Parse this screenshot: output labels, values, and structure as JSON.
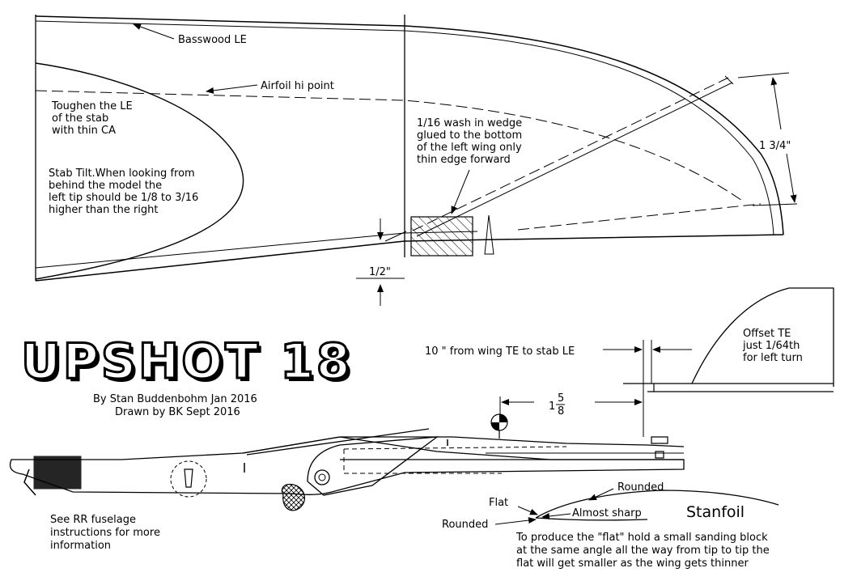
{
  "title": "UPSHOT 18",
  "credits": {
    "author": "By Stan Buddenbohm Jan 2016",
    "drawn": "Drawn by BK Sept 2016"
  },
  "wing_plan": {
    "basswood_le": "Basswood LE",
    "airfoil_hi_point": "Airfoil hi point",
    "toughen_note": [
      "Toughen the LE",
      "of the stab",
      "with thin CA"
    ],
    "stab_tilt_note": [
      "Stab Tilt.When looking from",
      "behind the model the",
      "left tip should be 1/8 to 3/16",
      "higher than the right"
    ],
    "wash_note": [
      "1/16 wash in wedge",
      "glued to the bottom",
      "of the left wing only",
      "thin edge forward"
    ],
    "tip_height": "1 3/4\"",
    "root_dim": "1/2\""
  },
  "fuselage": {
    "stab_distance": "10 \" from wing TE to stab LE",
    "cg_whole": "1",
    "cg_num": "5",
    "cg_den": "8",
    "offset_note": [
      "Offset TE",
      "just 1/64th",
      "for left turn"
    ],
    "rr_note": [
      "See RR fuselage",
      "instructions for more",
      "information"
    ]
  },
  "airfoil": {
    "name": "Stanfoil",
    "rounded_top": "Rounded",
    "flat": "Flat",
    "almost_sharp": "Almost sharp",
    "rounded_bottom": "Rounded",
    "instructions": [
      "To produce the \"flat\" hold a small sanding block",
      "at the same angle all the way from tip to tip the",
      "flat will get smaller as the wing gets thinner"
    ]
  }
}
